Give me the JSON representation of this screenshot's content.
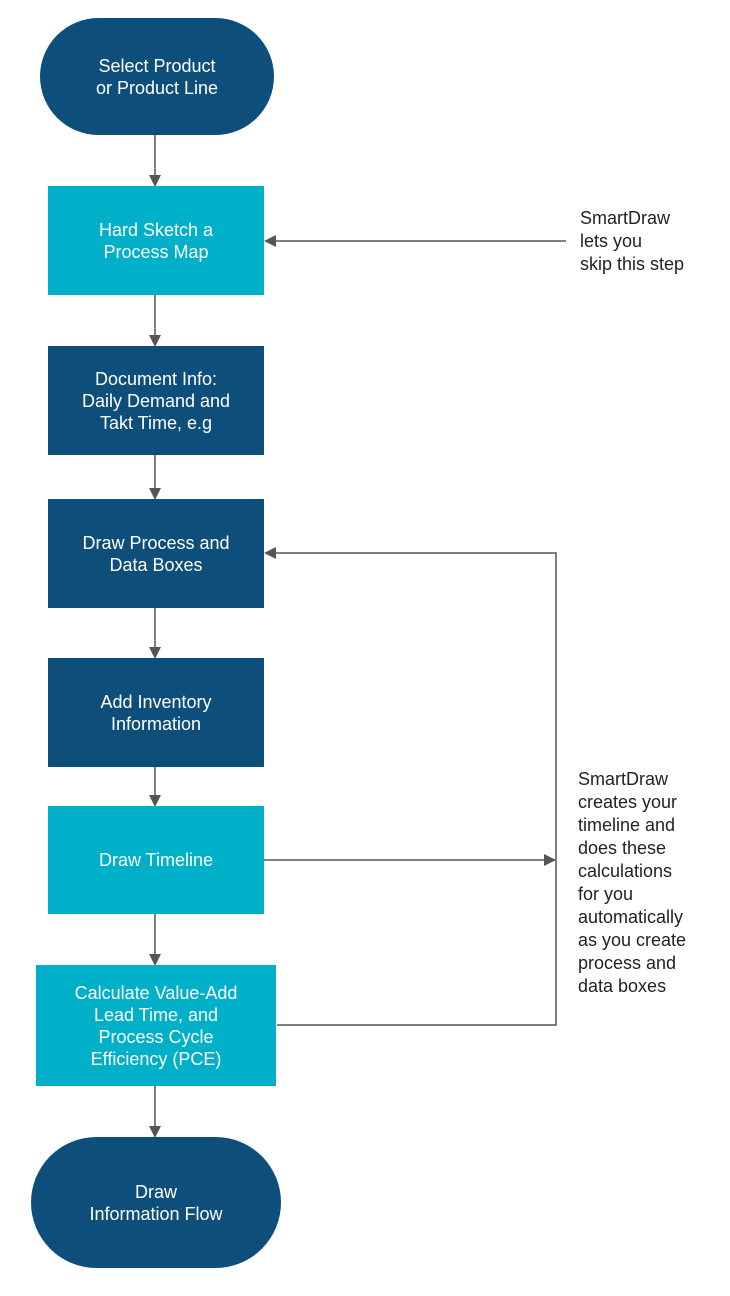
{
  "nodes": {
    "select_product": "Select Product\nor Product Line",
    "hand_sketch": "Hard Sketch a\nProcess Map",
    "document_info": "Document Info:\nDaily Demand and\nTakt Time, e.g",
    "draw_process": "Draw Process and\nData Boxes",
    "add_inventory": "Add Inventory\nInformation",
    "draw_timeline": "Draw Timeline",
    "calculate_value": "Calculate Value-Add\nLead Time, and\nProcess Cycle\nEfficiency (PCE)",
    "draw_info_flow": "Draw\nInformation Flow"
  },
  "notes": {
    "skip_step": "SmartDraw\nlets you\nskip this step",
    "automatic": "SmartDraw\ncreates your\ntimeline and\ndoes these\ncalculations\nfor you\nautomatically\nas you create\nprocess and\ndata boxes"
  },
  "colors": {
    "dark_blue": "#0d4f7a",
    "teal": "#00b0c8",
    "connector": "#555555"
  }
}
